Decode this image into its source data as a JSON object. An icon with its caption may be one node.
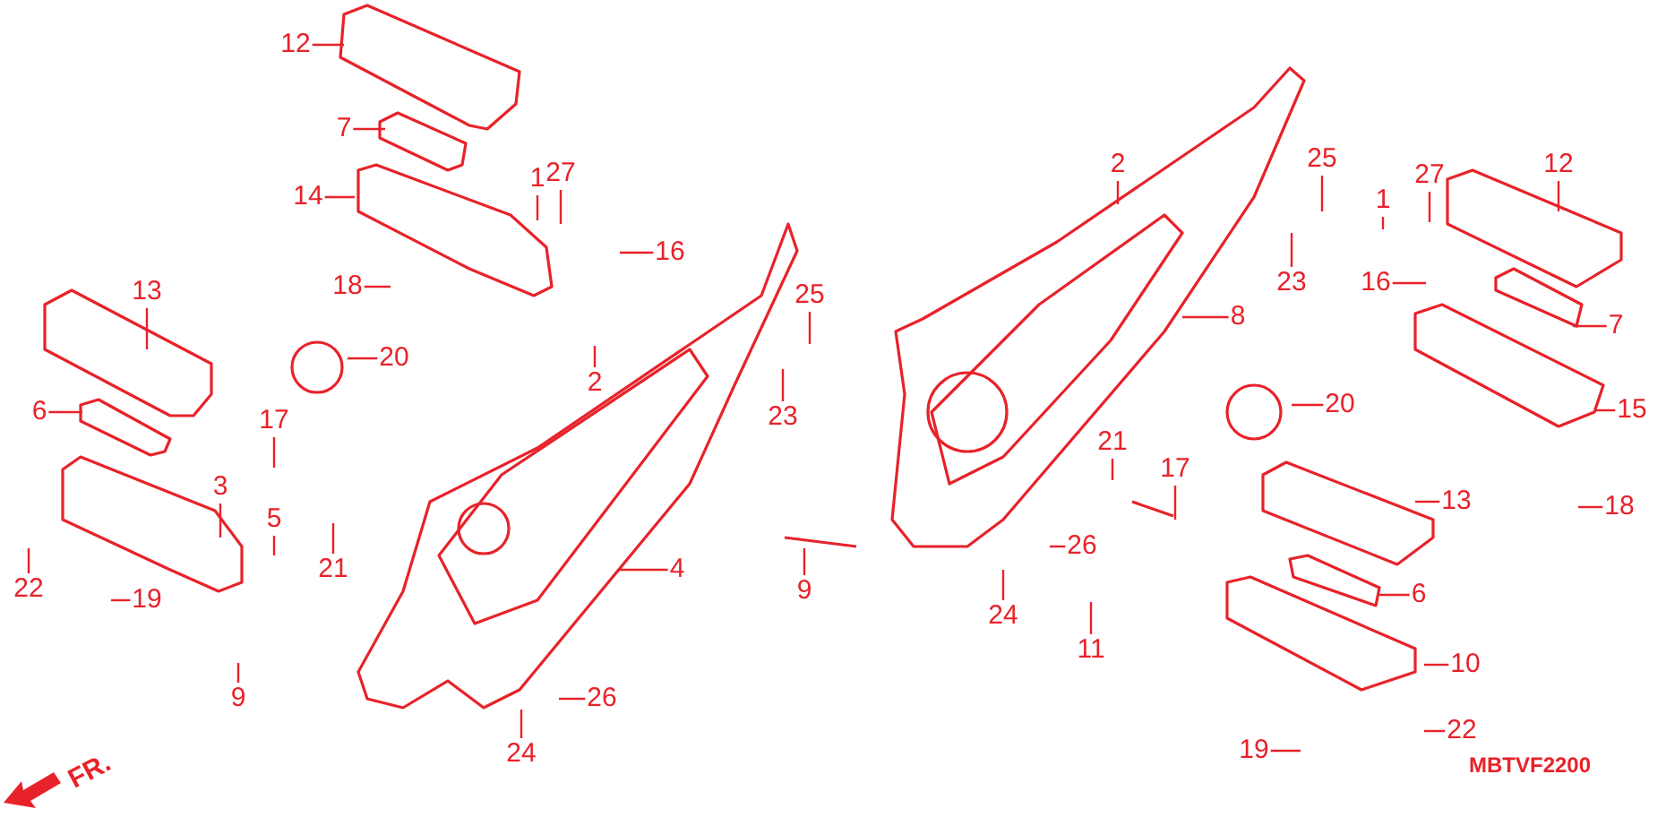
{
  "diagram": {
    "nodes": [
      {
        "text": [
          "12"
        ]
      },
      {
        "text": [
          "7"
        ]
      },
      {
        "text": [
          "14"
        ]
      },
      {
        "text": [
          "1"
        ]
      },
      {
        "text": [
          "27"
        ]
      },
      {
        "text": [
          "16"
        ]
      },
      {
        "text": [
          "18"
        ]
      },
      {
        "text": [
          "13"
        ]
      },
      {
        "text": [
          "20"
        ]
      },
      {
        "text": [
          "6"
        ]
      },
      {
        "text": [
          "2"
        ]
      },
      {
        "text": [
          "25"
        ]
      },
      {
        "text": [
          "23"
        ]
      },
      {
        "text": [
          "17"
        ]
      },
      {
        "text": [
          "3"
        ]
      },
      {
        "text": [
          "5"
        ]
      },
      {
        "text": [
          "21"
        ]
      },
      {
        "text": [
          "4"
        ]
      },
      {
        "text": [
          "22"
        ]
      },
      {
        "text": [
          "19"
        ]
      },
      {
        "text": [
          "9"
        ]
      },
      {
        "text": [
          "26"
        ]
      },
      {
        "text": [
          "24"
        ]
      },
      {
        "text": [
          "2"
        ]
      },
      {
        "text": [
          "25"
        ]
      },
      {
        "text": [
          "27"
        ]
      },
      {
        "text": [
          "1"
        ]
      },
      {
        "text": [
          "12"
        ]
      },
      {
        "text": [
          "16"
        ]
      },
      {
        "text": [
          "23"
        ]
      },
      {
        "text": [
          "8"
        ]
      },
      {
        "text": [
          "7"
        ]
      },
      {
        "text": [
          "20"
        ]
      },
      {
        "text": [
          "15"
        ]
      },
      {
        "text": [
          "21"
        ]
      },
      {
        "text": [
          "17"
        ]
      },
      {
        "text": [
          "18"
        ]
      },
      {
        "text": [
          "13"
        ]
      },
      {
        "text": [
          "9"
        ]
      },
      {
        "text": [
          "26"
        ]
      },
      {
        "text": [
          "6"
        ]
      },
      {
        "text": [
          "24"
        ]
      },
      {
        "text": [
          "11"
        ]
      },
      {
        "text": [
          "10"
        ]
      },
      {
        "text": [
          "22"
        ]
      },
      {
        "text": [
          "19"
        ]
      }
    ],
    "edges": [
      {
        "from": 0,
        "to": null,
        "arrow": "none"
      },
      {
        "from": 1,
        "to": null,
        "arrow": "none"
      },
      {
        "from": 2,
        "to": null,
        "arrow": "none"
      },
      {
        "from": 3,
        "to": null,
        "arrow": "none"
      },
      {
        "from": 4,
        "to": null,
        "arrow": "none"
      },
      {
        "from": 5,
        "to": null,
        "arrow": "none"
      },
      {
        "from": 6,
        "to": null,
        "arrow": "none"
      },
      {
        "from": 7,
        "to": null,
        "arrow": "none"
      },
      {
        "from": 8,
        "to": null,
        "arrow": "none"
      },
      {
        "from": 9,
        "to": null,
        "arrow": "none"
      },
      {
        "from": 10,
        "to": null,
        "arrow": "none"
      },
      {
        "from": 11,
        "to": null,
        "arrow": "none"
      },
      {
        "from": 12,
        "to": null,
        "arrow": "none"
      },
      {
        "from": 13,
        "to": null,
        "arrow": "none"
      },
      {
        "from": 14,
        "to": null,
        "arrow": "none"
      },
      {
        "from": 15,
        "to": null,
        "arrow": "none"
      },
      {
        "from": 16,
        "to": null,
        "arrow": "none"
      },
      {
        "from": 17,
        "to": null,
        "arrow": "none"
      },
      {
        "from": 18,
        "to": null,
        "arrow": "none"
      },
      {
        "from": 19,
        "to": null,
        "arrow": "none"
      },
      {
        "from": 20,
        "to": null,
        "arrow": "none"
      },
      {
        "from": 21,
        "to": null,
        "arrow": "none"
      },
      {
        "from": 22,
        "to": null,
        "arrow": "none"
      },
      {
        "from": 23,
        "to": null,
        "arrow": "none"
      },
      {
        "from": 24,
        "to": null,
        "arrow": "none"
      },
      {
        "from": 25,
        "to": null,
        "arrow": "none"
      },
      {
        "from": 26,
        "to": null,
        "arrow": "none"
      },
      {
        "from": 27,
        "to": null,
        "arrow": "none"
      },
      {
        "from": 28,
        "to": null,
        "arrow": "none"
      },
      {
        "from": 29,
        "to": null,
        "arrow": "none"
      },
      {
        "from": 30,
        "to": null,
        "arrow": "none"
      },
      {
        "from": 31,
        "to": null,
        "arrow": "none"
      },
      {
        "from": 32,
        "to": null,
        "arrow": "none"
      },
      {
        "from": 33,
        "to": null,
        "arrow": "none"
      },
      {
        "from": 34,
        "to": null,
        "arrow": "none"
      },
      {
        "from": 35,
        "to": null,
        "arrow": "none"
      },
      {
        "from": 36,
        "to": null,
        "arrow": "none"
      },
      {
        "from": 37,
        "to": null,
        "arrow": "none"
      },
      {
        "from": 38,
        "to": null,
        "arrow": "none"
      },
      {
        "from": 39,
        "to": null,
        "arrow": "none"
      },
      {
        "from": 40,
        "to": null,
        "arrow": "none"
      },
      {
        "from": 41,
        "to": null,
        "arrow": "none"
      },
      {
        "from": 42,
        "to": null,
        "arrow": "none"
      },
      {
        "from": 43,
        "to": null,
        "arrow": "none"
      },
      {
        "from": 44,
        "to": null,
        "arrow": "none"
      },
      {
        "from": 45,
        "to": null,
        "arrow": "none"
      }
    ],
    "labels": [
      "FR.",
      "MBTVF2200"
    ]
  }
}
